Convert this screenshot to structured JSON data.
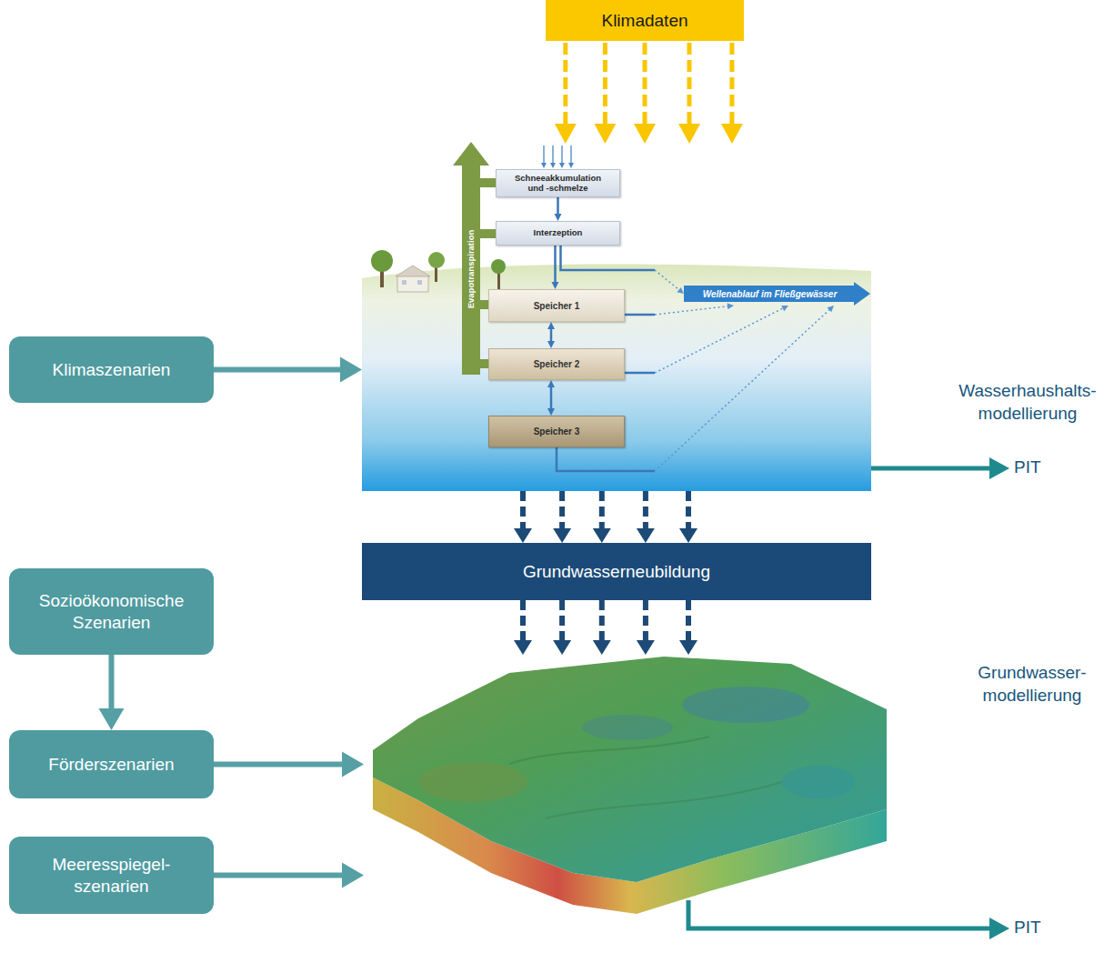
{
  "diagram": {
    "nodes": [
      {
        "text": [
          "Klimadaten"
        ]
      },
      {
        "text": [
          "Klimaszenarien"
        ]
      },
      {
        "text": [
          "Wasserhaushalts- modellierung"
        ]
      },
      {
        "text": [
          "Schneeakkumulation und -schmelze"
        ],
        "in": 2
      },
      {
        "text": [
          "Interzeption"
        ],
        "in": 2
      },
      {
        "text": [
          "Speicher 1"
        ],
        "in": 2
      },
      {
        "text": [
          "Speicher 2"
        ],
        "in": 2
      },
      {
        "text": [
          "Speicher 3"
        ],
        "in": 2
      },
      {
        "text": [
          "Wellenablauf im Fließgewässer"
        ],
        "in": 2
      },
      {
        "text": [
          "Grundwasserneubildung"
        ]
      },
      {
        "text": [
          "Sozioökonomische Szenarien"
        ]
      },
      {
        "text": [
          "Förderszenarien"
        ]
      },
      {
        "text": [
          "Meeresspiegel- szenarien"
        ]
      },
      {
        "text": [
          "Grundwasser- modellierung"
        ]
      }
    ],
    "edges": [
      {
        "from": 0,
        "to": 2,
        "arrow": "to"
      },
      {
        "from": 1,
        "to": 2,
        "arrow": "to"
      },
      {
        "from": 3,
        "to": 4,
        "arrow": "to"
      },
      {
        "from": 4,
        "to": 5,
        "arrow": "to"
      },
      {
        "from": 4,
        "to": 8,
        "arrow": "to"
      },
      {
        "from": 5,
        "to": 6,
        "arrow": "both"
      },
      {
        "from": 6,
        "to": 7,
        "arrow": "both"
      },
      {
        "from": 5,
        "to": 8,
        "arrow": "to"
      },
      {
        "from": 6,
        "to": 8,
        "arrow": "to"
      },
      {
        "from": 7,
        "to": 8,
        "arrow": "to"
      },
      {
        "from": 2,
        "to": 9,
        "arrow": "to"
      },
      {
        "from": 9,
        "to": 13,
        "arrow": "to"
      },
      {
        "from": 10,
        "to": 11,
        "arrow": "to"
      },
      {
        "from": 11,
        "to": 13,
        "arrow": "to"
      },
      {
        "from": 12,
        "to": 13,
        "arrow": "to"
      }
    ],
    "labels": [
      "Evapotranspiration",
      "PIT",
      "PIT"
    ]
  }
}
